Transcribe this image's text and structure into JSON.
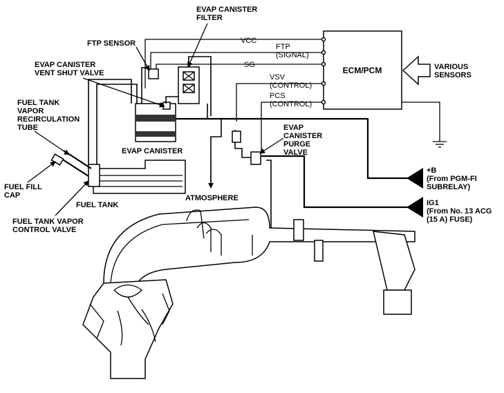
{
  "labels": {
    "evap_canister_filter": [
      "EVAP CANISTER",
      "FILTER"
    ],
    "ftp_sensor": [
      "FTP SENSOR"
    ],
    "evap_canister_vent_shut_valve": [
      "EVAP CANISTER",
      "VENT SHUT VALVE"
    ],
    "fuel_tank_vapor_recirculation_tube": [
      "FUEL TANK",
      "VAPOR",
      "RECIRCULATION",
      "TUBE"
    ],
    "evap_canister": [
      "EVAP CANISTER"
    ],
    "fuel_fill_cap": [
      "FUEL FILL",
      "CAP"
    ],
    "fuel_tank": [
      "FUEL TANK"
    ],
    "fuel_tank_vapor_control_valve": [
      "FUEL TANK VAPOR",
      "CONTROL VALVE"
    ],
    "atmosphere": [
      "ATMOSPHERE"
    ],
    "evap_canister_purge_valve": [
      "EVAP",
      "CANISTER",
      "PURGE",
      "VALVE"
    ],
    "ecm_pcm": [
      "ECM/PCM"
    ],
    "various_sensors": [
      "VARIOUS",
      "SENSORS"
    ],
    "plus_b": [
      "+B",
      "(From PGM-FI",
      "SUBRELAY)"
    ],
    "ig1": [
      "IG1",
      "(From No. 13 ACG",
      "(15 A) FUSE)"
    ]
  },
  "signals": {
    "vcc": [
      "VCC"
    ],
    "ftp": [
      "FTP",
      "(SIGNAL)"
    ],
    "sg": [
      "SG"
    ],
    "vsv": [
      "VSV",
      "(CONTROL)"
    ],
    "pcs": [
      "PCS",
      "(CONTROL)"
    ]
  },
  "icons": [
    "arrow-left-icon",
    "ground-icon",
    "power-arrow-icon",
    "engine-icon"
  ]
}
